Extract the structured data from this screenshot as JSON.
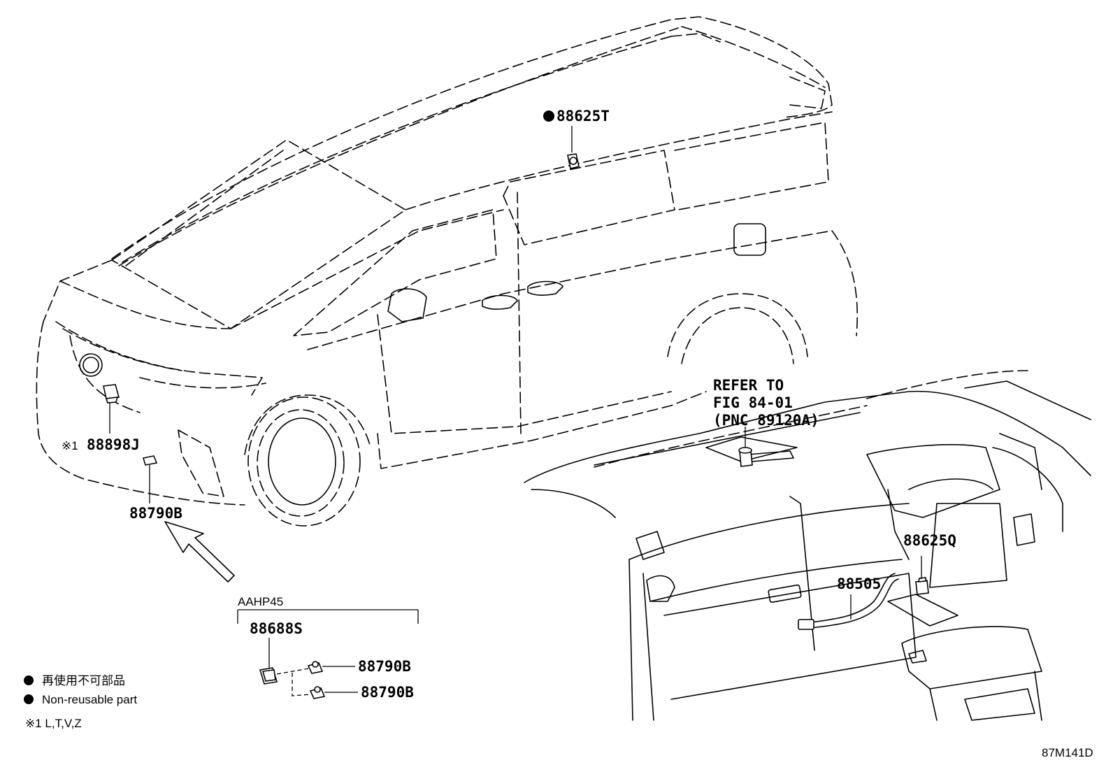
{
  "callouts": {
    "top_part": "88625T",
    "front_emblem_part": "88898J",
    "front_emblem_prefix": "※1",
    "front_bumper_part": "88790B",
    "refer_line1": "REFER TO",
    "refer_line2": "FIG 84-01",
    "refer_line3": "(PNC 89120A)",
    "dash_sensor_part": "88625Q",
    "hose_part": "88505"
  },
  "inset": {
    "header": "AAHP45",
    "bracket_part": "88688S",
    "sensor_part_1": "88790B",
    "sensor_part_2": "88790B"
  },
  "legend": {
    "non_reusable_jp": "再使用不可部品",
    "non_reusable_en": "Non-reusable part",
    "footnote": "※1 L,T,V,Z"
  },
  "figure_code": "87M141D"
}
